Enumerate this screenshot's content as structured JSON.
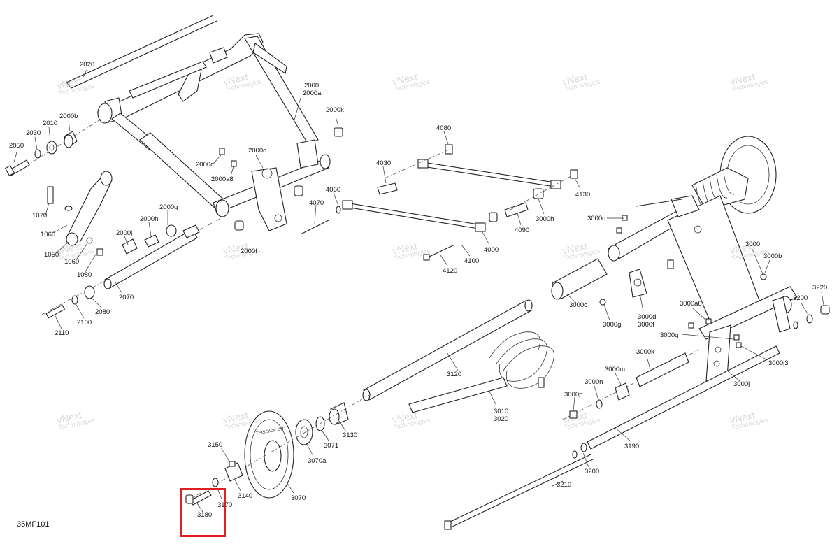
{
  "diagram_code": "35MF101",
  "watermark": {
    "line1": "vNext",
    "line2": "Technologies"
  },
  "labels": {
    "l2020": "2020",
    "l2000": "2000",
    "l2000a": "2000a",
    "l2000k": "2000k",
    "l2000b": "2000b",
    "l2010": "2010",
    "l2030": "2030",
    "l2050": "2050",
    "l2000c": "2000c",
    "l2000d": "2000d",
    "l2000a8": "2000a8",
    "l1070": "1070",
    "l1060a": "1060",
    "l1060b": "1060",
    "l1050": "1050",
    "l1080": "1080",
    "l2000g": "2000g",
    "l2000h": "2000h",
    "l2000j": "2000j",
    "l2000f": "2000f",
    "l2070": "2070",
    "l2080": "2080",
    "l2100": "2100",
    "l2110": "2110",
    "l4080": "4080",
    "l4030": "4030",
    "l4060": "4060",
    "l4070": "4070",
    "l4130": "4130",
    "l3000h": "3000h",
    "l4090": "4090",
    "l4000": "4000",
    "l4100": "4100",
    "l4120": "4120",
    "l3000q1": "3000q",
    "l3000": "3000",
    "l3000b": "3000b",
    "l3000c": "3000c",
    "l3000g": "3000g",
    "l3000d": "3000d",
    "l3000f": "3000f",
    "l3000a6": "3000a6",
    "l3000q2": "3000q",
    "l3220": "3220",
    "l3200a": "3200",
    "l3000j3": "3000j3",
    "l3000j": "3000j",
    "l3000k": "3000k",
    "l3000m": "3000m",
    "l3000n": "3000n",
    "l3000p": "3000p",
    "l3120": "3120",
    "l3010": "3010",
    "l3020": "3020",
    "l3190": "3190",
    "l3200b": "3200",
    "l3210": "3210",
    "l3130": "3130",
    "l3071": "3071",
    "l3070a": "3070a",
    "l3150": "3150",
    "l3140": "3140",
    "l3070": "3070",
    "l3170": "3170",
    "l3180": "3180"
  },
  "wheel_text": "THIS SIDE OUT"
}
